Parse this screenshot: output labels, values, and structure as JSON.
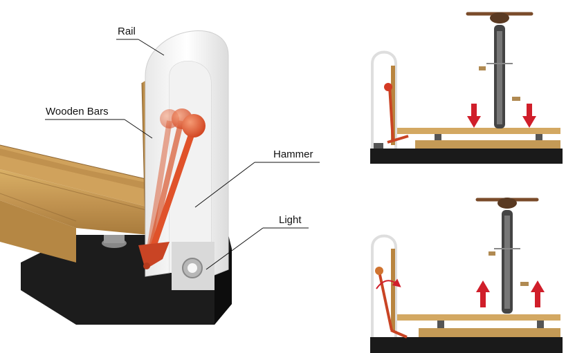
{
  "labels": {
    "rail": "Rail",
    "wooden_bars": "Wooden Bars",
    "hammer": "Hammer",
    "light": "Light"
  },
  "colors": {
    "wood": "#c9a05a",
    "wood_dark": "#9c7437",
    "base": "#1a1a1a",
    "rail": "#f4f4f4",
    "hammer": "#e0522a",
    "arrow": "#d01e2a"
  },
  "panels": {
    "top_right": {
      "state": "pressed-down",
      "arrow_direction": "down"
    },
    "bottom_right": {
      "state": "released-up",
      "arrow_direction": "up",
      "hammer_swing": "curved-arrow"
    }
  }
}
